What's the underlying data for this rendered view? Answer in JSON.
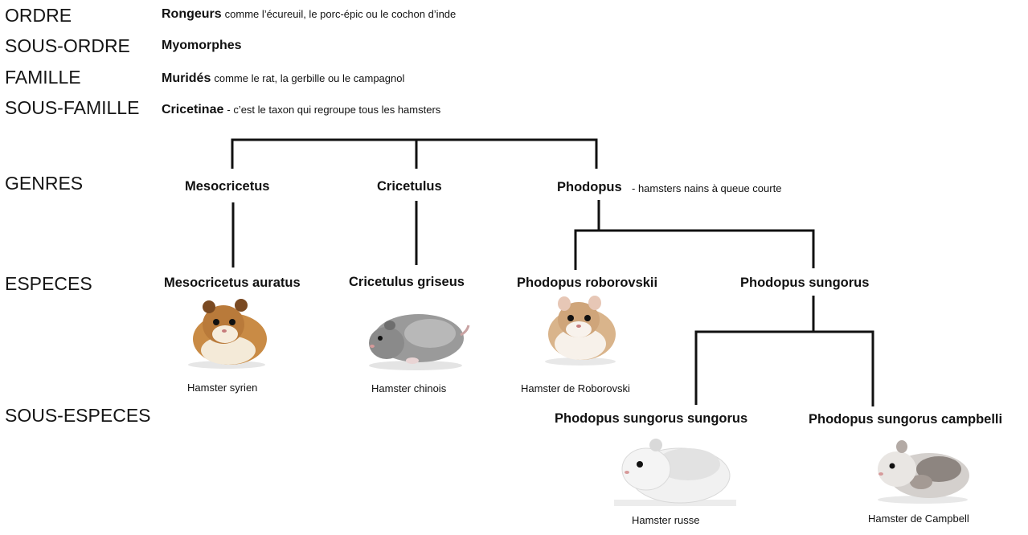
{
  "ranks": {
    "ordre": "ORDRE",
    "sous_ordre": "SOUS-ORDRE",
    "famille": "FAMILLE",
    "sous_famille": "SOUS-FAMILLE",
    "genres": "GENRES",
    "especes": "ESPECES",
    "sous_especes": "SOUS-ESPECES"
  },
  "classification": {
    "ordre": {
      "name": "Rongeurs",
      "note": "comme l’écureuil, le porc-épic ou le cochon d’inde"
    },
    "sous_ordre": {
      "name": "Myomorphes",
      "note": ""
    },
    "famille": {
      "name": "Muridés",
      "note": "comme le rat, la gerbille ou le campagnol"
    },
    "sous_famille": {
      "name": "Cricetinae",
      "note": "- c’est le taxon qui regroupe tous les hamsters"
    }
  },
  "genres": [
    {
      "name": "Mesocricetus",
      "note": ""
    },
    {
      "name": "Cricetulus",
      "note": ""
    },
    {
      "name": "Phodopus",
      "note": "- hamsters nains à queue courte"
    }
  ],
  "especes": [
    {
      "name": "Mesocricetus auratus",
      "common": "Hamster syrien"
    },
    {
      "name": "Cricetulus griseus",
      "common": "Hamster chinois"
    },
    {
      "name": "Phodopus roborovskii",
      "common": "Hamster de Roborovski"
    },
    {
      "name": "Phodopus sungorus",
      "common": ""
    }
  ],
  "sous_especes": [
    {
      "name": "Phodopus sungorus sungorus",
      "common": "Hamster russe"
    },
    {
      "name": "Phodopus sungorus campbelli",
      "common": "Hamster de Campbell"
    }
  ],
  "colors": {
    "line": "#111111",
    "text": "#111111"
  }
}
